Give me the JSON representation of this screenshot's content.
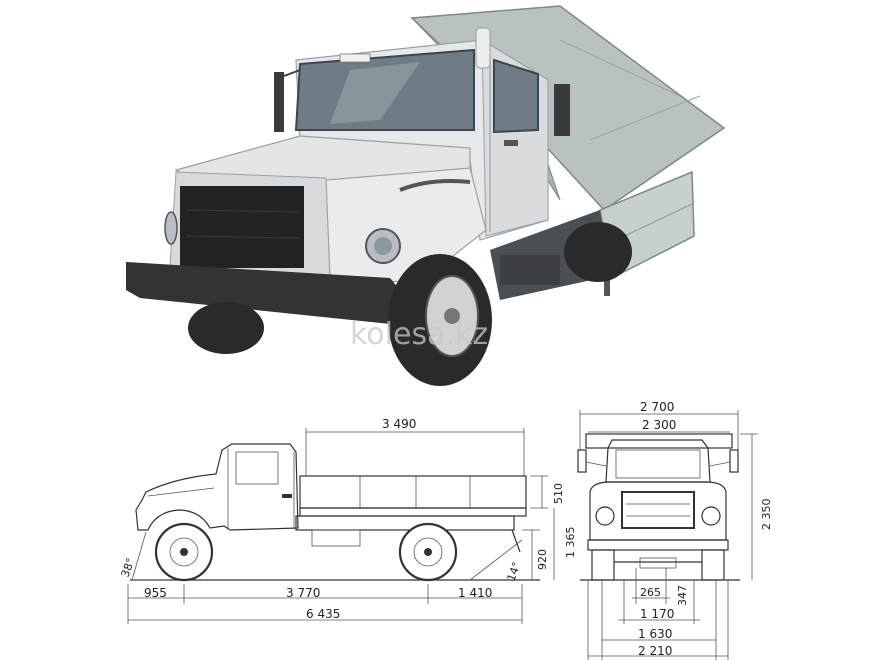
{
  "watermark": "kolesa.kz",
  "colors": {
    "cab": "#e6e8ea",
    "cab_shadow": "#c9cdd2",
    "body_metal": "#bcc6c6",
    "tire": "#2a2a2a",
    "bumper": "#333333",
    "glass": "#6f7c86",
    "line": "#333333"
  },
  "side_view": {
    "body_length": "3 490",
    "side_height": "510",
    "platform_height": "1 365",
    "frame_height": "920",
    "approach_angle": "38°",
    "departure_angle": "14°",
    "front_overhang": "955",
    "wheelbase": "3 770",
    "rear_overhang": "1 410",
    "total_length": "6 435"
  },
  "front_view": {
    "body_width": "2 700",
    "inner_width": "2 300",
    "total_height": "2 350",
    "ground_clearance": "265",
    "axle_clearance": "347",
    "track_rear": "1 170",
    "track_front": "1 630",
    "total_width": "2 210"
  }
}
